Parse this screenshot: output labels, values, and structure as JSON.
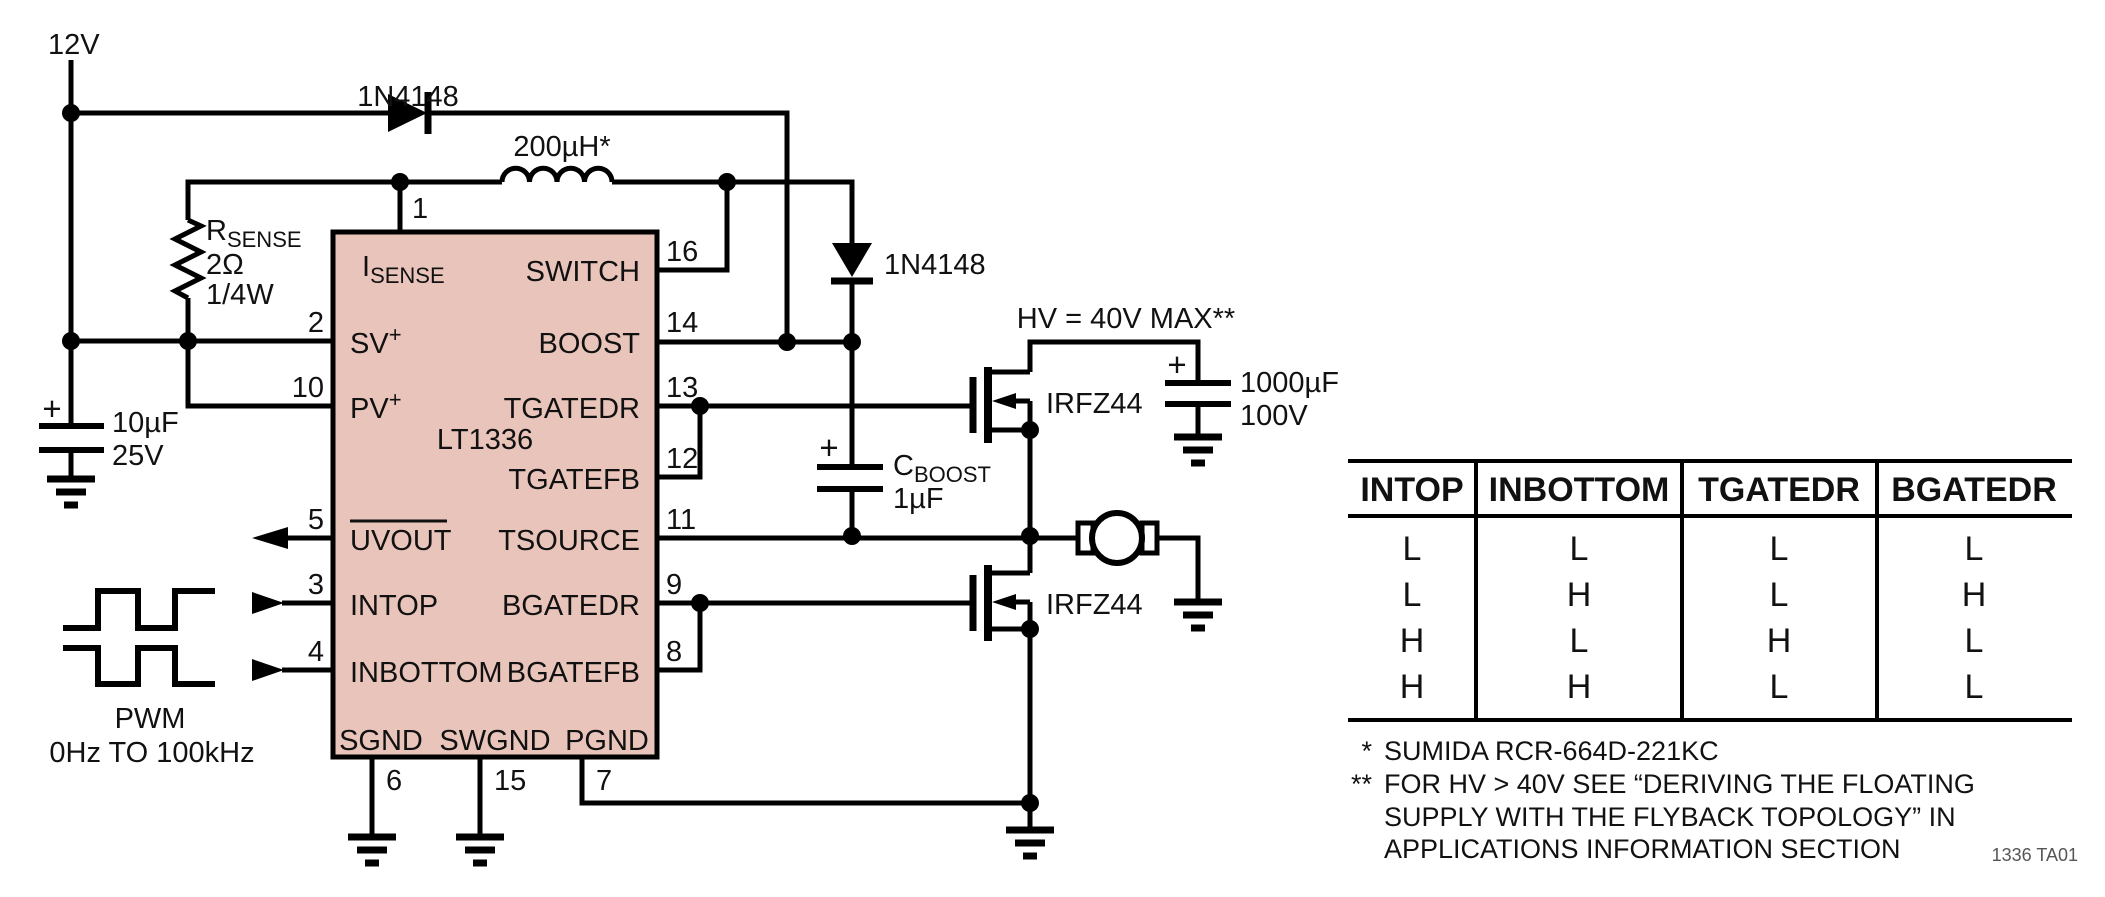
{
  "colors": {
    "ic_fill": "#e9c4ba",
    "line": "#000000"
  },
  "supply": {
    "v12": "12V",
    "hv_label": "HV = 40V MAX**"
  },
  "pwm": {
    "title": "PWM",
    "range": "0Hz TO 100kHz"
  },
  "components": {
    "d1": "1N4148",
    "d2": "1N4148",
    "inductor": "200µH*",
    "rsense": {
      "ref": "R",
      "sub": "SENSE",
      "value": "2Ω",
      "power": "1/4W"
    },
    "c_in": {
      "plus": "+",
      "value": "10µF",
      "voltage": "25V"
    },
    "c_boost": {
      "plus": "+",
      "ref": "C",
      "sub": "BOOST",
      "value": "1µF"
    },
    "c_hv": {
      "plus": "+",
      "value": "1000µF",
      "voltage": "100V"
    },
    "q_top": "IRFZ44",
    "q_bottom": "IRFZ44"
  },
  "ic": {
    "name": "LT1336",
    "pins": {
      "isense": {
        "num": "1",
        "main": "I",
        "sub": "SENSE"
      },
      "sv": {
        "num": "2",
        "main": "SV",
        "sup": "+"
      },
      "pv": {
        "num": "10",
        "main": "PV",
        "sup": "+"
      },
      "uvout": {
        "num": "5",
        "label": "UVOUT"
      },
      "intop": {
        "num": "3",
        "label": "INTOP"
      },
      "inbottom": {
        "num": "4",
        "label": "INBOTTOM"
      },
      "switch": {
        "num": "16",
        "label": "SWITCH"
      },
      "boost": {
        "num": "14",
        "label": "BOOST"
      },
      "tgatedr": {
        "num": "13",
        "label": "TGATEDR"
      },
      "tgatefb": {
        "num": "12",
        "label": "TGATEFB"
      },
      "tsource": {
        "num": "11",
        "label": "TSOURCE"
      },
      "bgatedr": {
        "num": "9",
        "label": "BGATEDR"
      },
      "bgatefb": {
        "num": "8",
        "label": "BGATEFB"
      },
      "sgnd": {
        "num": "6",
        "label": "SGND"
      },
      "swgnd": {
        "num": "15",
        "label": "SWGND"
      },
      "pgnd": {
        "num": "7",
        "label": "PGND"
      }
    }
  },
  "truth_table": {
    "headers": [
      "INTOP",
      "INBOTTOM",
      "TGATEDR",
      "BGATEDR"
    ],
    "rows": [
      [
        "L",
        "L",
        "L",
        "L"
      ],
      [
        "L",
        "H",
        "L",
        "H"
      ],
      [
        "H",
        "L",
        "H",
        "L"
      ],
      [
        "H",
        "H",
        "L",
        "L"
      ]
    ]
  },
  "notes": {
    "n1_marker": "*",
    "n1": "SUMIDA RCR-664D-221KC",
    "n2_marker": "**",
    "n2_line1": "FOR HV > 40V SEE “DERIVING THE FLOATING",
    "n2_line2": "SUPPLY WITH THE FLYBACK TOPOLOGY” IN",
    "n2_line3": "APPLICATIONS INFORMATION SECTION"
  },
  "doc_id": "1336 TA01"
}
